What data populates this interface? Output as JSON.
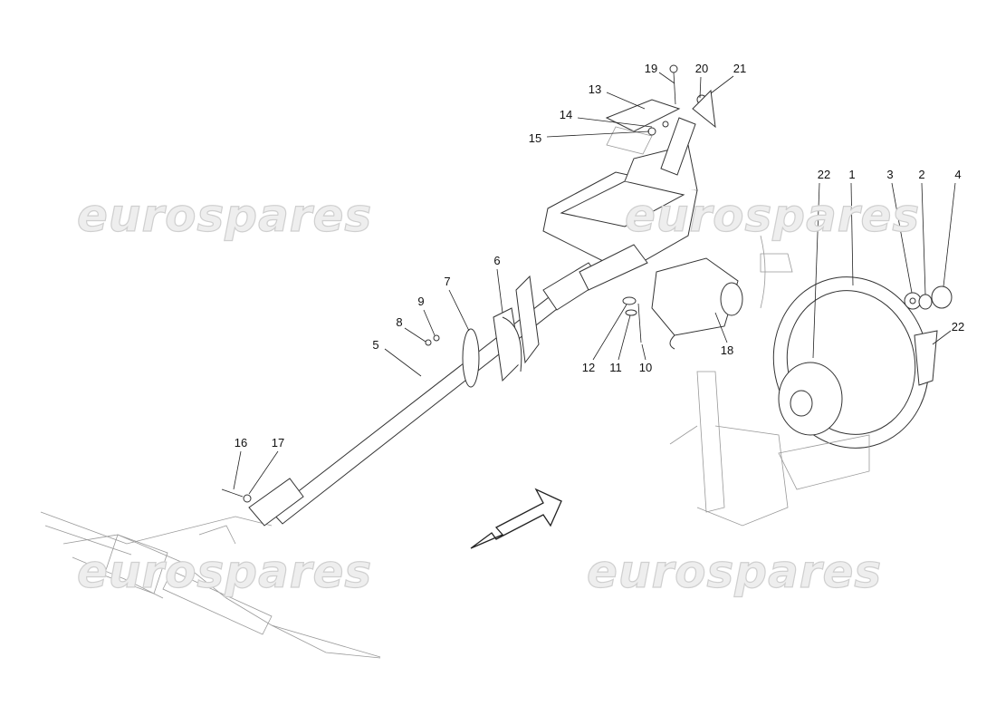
{
  "watermark": "eurospares",
  "labels": [
    "19",
    "20",
    "21",
    "13",
    "14",
    "15",
    "22",
    "1",
    "3",
    "2",
    "4",
    "22",
    "6",
    "7",
    "9",
    "8",
    "5",
    "12",
    "11",
    "10",
    "18",
    "16",
    "17"
  ],
  "arrow": {
    "direction": "down-left"
  }
}
